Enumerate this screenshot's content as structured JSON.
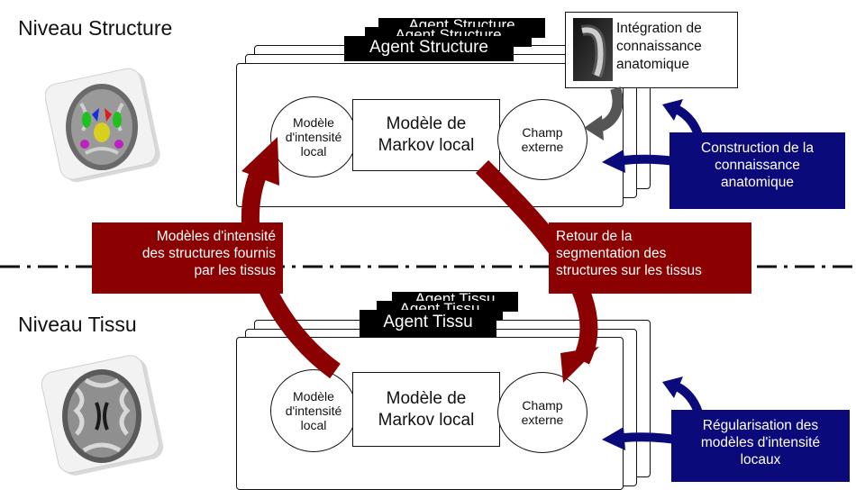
{
  "structure_level": {
    "title": "Niveau Structure",
    "agent_tabs": [
      "Agent Structure",
      "Agent Structure",
      "Agent Structure"
    ],
    "ellipse_left": "Modèle\nd'intensité\nlocal",
    "markov": "Modèle de\nMarkov local",
    "ellipse_right": "Champ\nexterne",
    "integration": "Intégration de\nconnaissance\nanatomique",
    "blue_box": "Construction de la\nconnaissance\nanatomique"
  },
  "tissue_level": {
    "title": "Niveau Tissu",
    "agent_tabs": [
      "Agent Tissu",
      "Agent Tissu",
      "Agent Tissu"
    ],
    "ellipse_left": "Modèle\nd'intensité\nlocal",
    "markov": "Modèle de\nMarkov local",
    "ellipse_right": "Champ\nexterne",
    "blue_box": "Régularisation des\nmodèles d'intensité\nlocaux"
  },
  "red_left": "Modèles d'intensité\ndes structures fournis\npar les tissus",
  "red_right": "Retour de la\nsegmentation des\nstructures sur les tissus",
  "colors": {
    "dark_red": "#8b0000",
    "navy": "#0a0a7a",
    "gray_arrow": "#555555"
  }
}
